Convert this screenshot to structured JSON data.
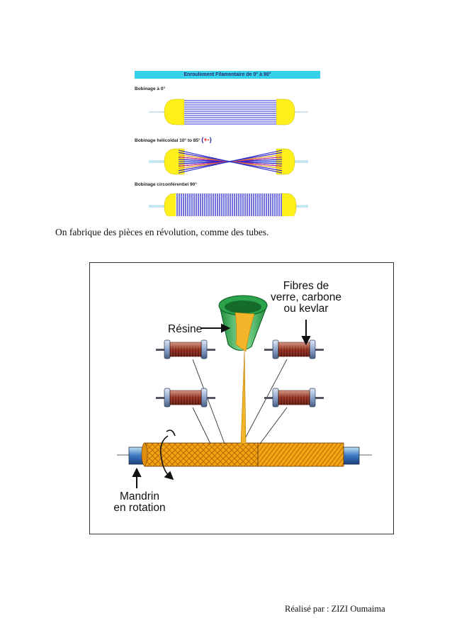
{
  "figure1": {
    "title": "Enroulement Filamentaire de 0° à 90°",
    "row1_label": "Bobinage à 0°",
    "row2_label": "Bobinage hélicoïdal 10° to 85°",
    "row2_sign_open": "(",
    "row2_sign": "+-",
    "row2_sign_close": ")",
    "row3_label": "Bobinage circonférentiel 90°"
  },
  "caption": "On fabrique des pièces en révolution, comme des tubes.",
  "figure2": {
    "label_resine": "Résine",
    "label_fibres": [
      "Fibres de",
      "verre, carbone",
      "ou kevlar"
    ],
    "label_mandrin": [
      "Mandrin",
      "en rotation"
    ]
  },
  "footer": "Réalisé par : ZIZI Oumaima"
}
